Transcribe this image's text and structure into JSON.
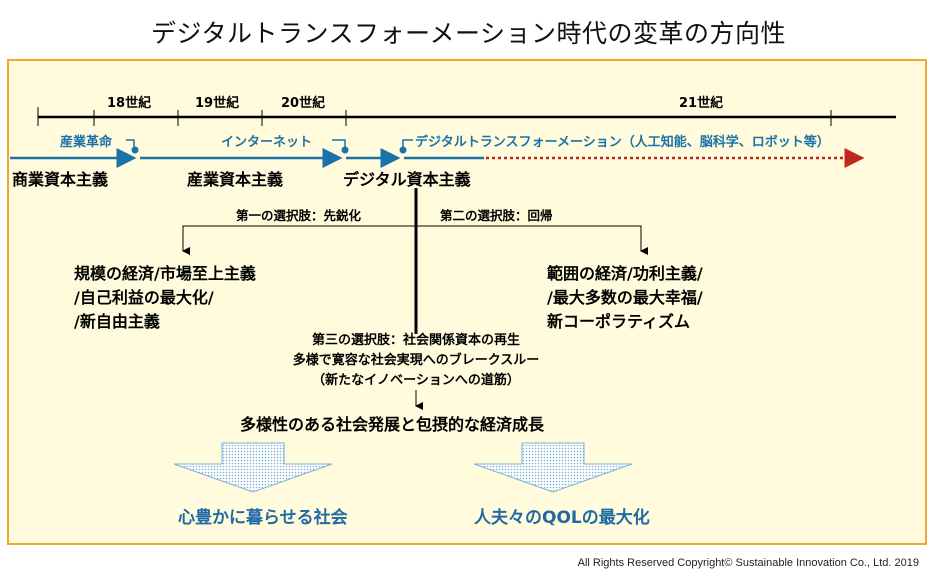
{
  "title": "デジタルトランスフォーメーション時代の変革の方向性",
  "timeline": {
    "centuries": [
      "18世紀",
      "19世紀",
      "20世紀",
      "21世紀"
    ],
    "movements": [
      "産業革命",
      "インターネット",
      "デジタルトランスフォーメーション（人工知能、脳科学、ロボット等）"
    ],
    "eras": [
      "商業資本主義",
      "産業資本主義",
      "デジタル資本主義"
    ]
  },
  "choices": {
    "first": "第一の選択肢：先鋭化",
    "second": "第二の選択肢：回帰"
  },
  "left_option": [
    "規模の経済/市場至上主義",
    "/自己利益の最大化/",
    "/新自由主義"
  ],
  "right_option": [
    "範囲の経済/功利主義/",
    "/最大多数の最大幸福/",
    "新コーポラティズム"
  ],
  "third_choice": [
    "第三の選択肢：社会関係資本の再生",
    "多様で寛容な社会実現へのブレークスルー",
    "（新たなイノベーションへの道筋）"
  ],
  "result": "多様性のある社会発展と包摂的な経済成長",
  "goals": [
    "心豊かに暮らせる社会",
    "人夫々のQOLの最大化"
  ],
  "copyright": "All Rights Reserved Copyright© Sustainable Innovation Co., Ltd.  2019",
  "colors": {
    "panel_bg": "#fffbdc",
    "panel_border": "#f0a830",
    "accent_blue": "#1a73a8",
    "arrow_red": "#c0281e",
    "goal_blue": "#1f6aa5"
  }
}
